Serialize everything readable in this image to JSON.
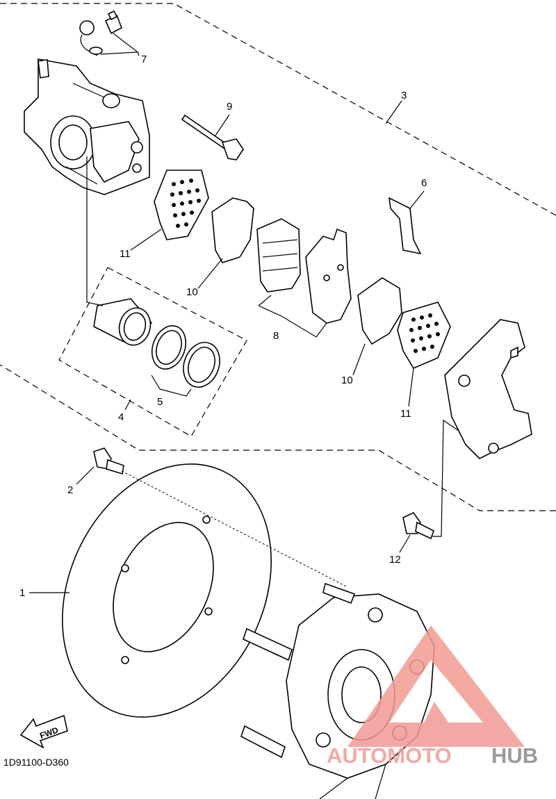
{
  "callouts": [
    {
      "id": "c1",
      "text": "1"
    },
    {
      "id": "c2",
      "text": "2"
    },
    {
      "id": "c3",
      "text": "3"
    },
    {
      "id": "c4",
      "text": "4"
    },
    {
      "id": "c5",
      "text": "5"
    },
    {
      "id": "c6",
      "text": "6"
    },
    {
      "id": "c7",
      "text": "7"
    },
    {
      "id": "c8",
      "text": "8"
    },
    {
      "id": "c9",
      "text": "9"
    },
    {
      "id": "c10a",
      "text": "10"
    },
    {
      "id": "c10b",
      "text": "10"
    },
    {
      "id": "c11a",
      "text": "11"
    },
    {
      "id": "c11b",
      "text": "11"
    },
    {
      "id": "c12",
      "text": "12"
    }
  ],
  "fwd_label": "FWD",
  "diagram_code": "1D91100-D360",
  "watermark": {
    "part1": "AUTOMOTO",
    "part2": "HUB",
    "color_primary": "#f29b93",
    "color_accent": "#f5c542",
    "color_dark": "#8a8a8a"
  }
}
